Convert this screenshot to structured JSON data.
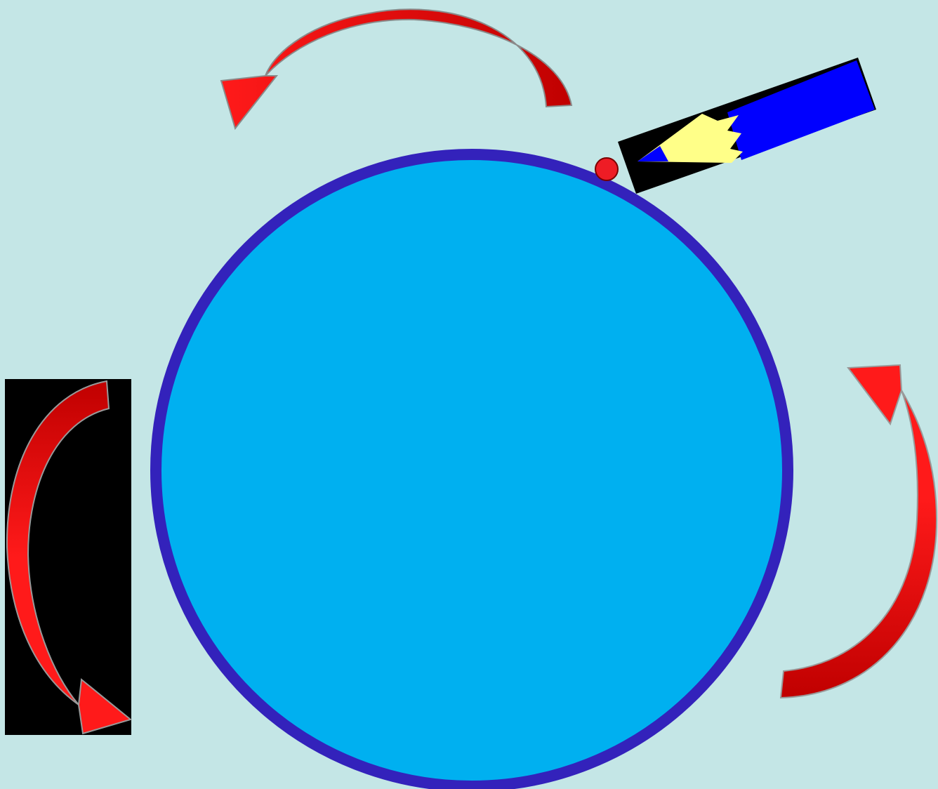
{
  "diagram": {
    "background_color": "#c4e6e6",
    "circle": {
      "fill": "#00b0f0",
      "stroke": "#3322bb"
    },
    "start_point": {
      "fill": "#ee1c25",
      "stroke": "#7a0000"
    },
    "pencil": {
      "icon": "pencil-icon",
      "body_color": "#0000ff",
      "tip_wood_color": "#ffff88",
      "lead_color": "#0000ff",
      "casing_color": "#000000"
    },
    "arrows": {
      "color_light": "#ff1a1a",
      "color_dark": "#c00000",
      "outline": "#999999",
      "items": [
        {
          "name": "top-arrow",
          "icon": "curved-arrow-left-icon",
          "direction": "counterclockwise"
        },
        {
          "name": "left-arrow",
          "icon": "curved-arrow-down-icon",
          "direction": "counterclockwise"
        },
        {
          "name": "right-arrow",
          "icon": "curved-arrow-up-icon",
          "direction": "counterclockwise"
        }
      ]
    },
    "left_panel_color": "#000000"
  }
}
